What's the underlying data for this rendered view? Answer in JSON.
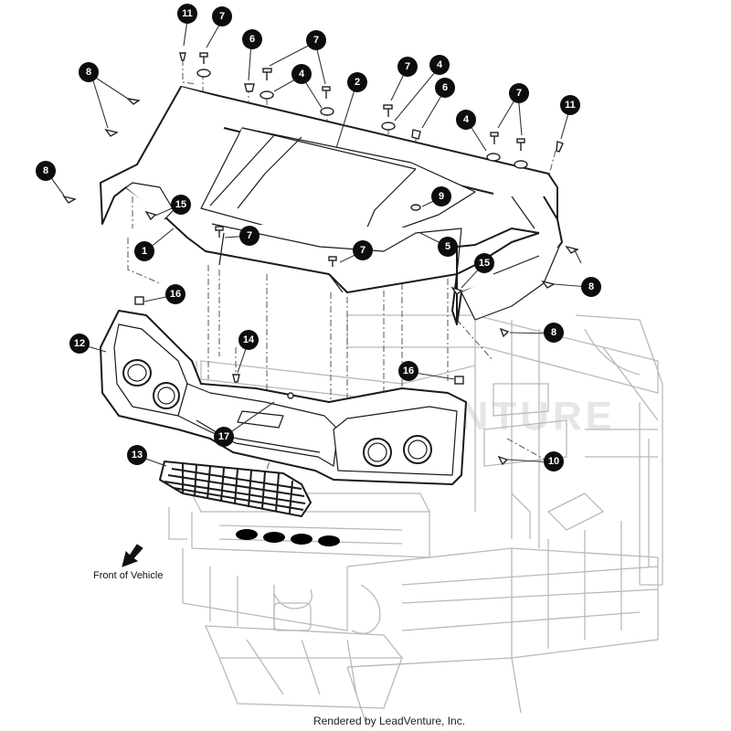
{
  "callouts": [
    {
      "id": "c11a",
      "label": "11"
    },
    {
      "id": "c7a",
      "label": "7"
    },
    {
      "id": "c6a",
      "label": "6"
    },
    {
      "id": "c7b",
      "label": "7"
    },
    {
      "id": "c4a",
      "label": "4"
    },
    {
      "id": "c2",
      "label": "2"
    },
    {
      "id": "c7c",
      "label": "7"
    },
    {
      "id": "c4b",
      "label": "4"
    },
    {
      "id": "c6b",
      "label": "6"
    },
    {
      "id": "c7d",
      "label": "7"
    },
    {
      "id": "c4c",
      "label": "4"
    },
    {
      "id": "c11b",
      "label": "11"
    },
    {
      "id": "c8a",
      "label": "8"
    },
    {
      "id": "c8b",
      "label": "8"
    },
    {
      "id": "c15a",
      "label": "15"
    },
    {
      "id": "c1",
      "label": "1"
    },
    {
      "id": "c7e",
      "label": "7"
    },
    {
      "id": "c9",
      "label": "9"
    },
    {
      "id": "c7f",
      "label": "7"
    },
    {
      "id": "c5",
      "label": "5"
    },
    {
      "id": "c15b",
      "label": "15"
    },
    {
      "id": "c8c",
      "label": "8"
    },
    {
      "id": "c16a",
      "label": "16"
    },
    {
      "id": "c12",
      "label": "12"
    },
    {
      "id": "c14",
      "label": "14"
    },
    {
      "id": "c8d",
      "label": "8"
    },
    {
      "id": "c16b",
      "label": "16"
    },
    {
      "id": "c17",
      "label": "17"
    },
    {
      "id": "c10",
      "label": "10"
    },
    {
      "id": "c13",
      "label": "13"
    }
  ],
  "direction_label": "Front of Vehicle",
  "footer": "Rendered by LeadVenture, Inc.",
  "watermark": "LEADVENTURE",
  "colors": {
    "ink": "#1a1a1a",
    "frame": "#b9b9b9",
    "callout_fill": "#0d0d0d"
  }
}
